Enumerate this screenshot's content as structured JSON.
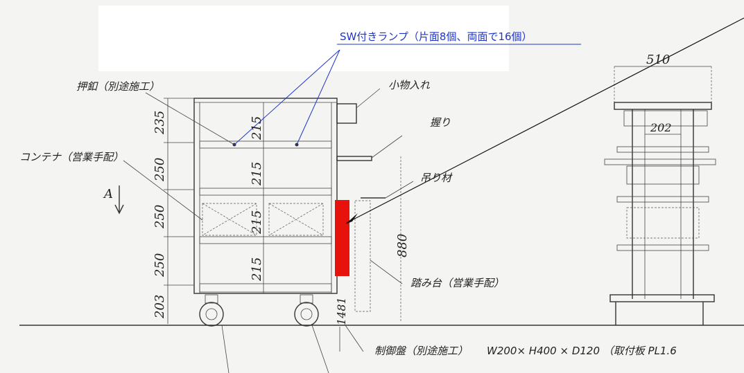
{
  "annotations": {
    "lamp_note": "SW付きランプ（片面8個、両面で16個）",
    "push_button": "押釦（別途施工）",
    "container": "コンテナ（営業手配）",
    "small_tray": "小物入れ",
    "grip": "握り",
    "hanger": "吊り材",
    "step": "踏み台（営業手配）",
    "control_panel": "制御盤（別途施工）",
    "panel_size": "W200× H400 × D120 （取付板 PL1.6",
    "view_label": "A"
  },
  "dimensions": {
    "left_heights": [
      "235",
      "250",
      "250",
      "250",
      "203"
    ],
    "inner_heights": [
      "215",
      "215",
      "215",
      "215"
    ],
    "total_height": "880",
    "step_height": "1481",
    "side_width": "510",
    "side_inner": "202"
  },
  "colors": {
    "highlight": "#e8120c",
    "callout_blue": "#1f35c9",
    "ink": "#222222"
  }
}
